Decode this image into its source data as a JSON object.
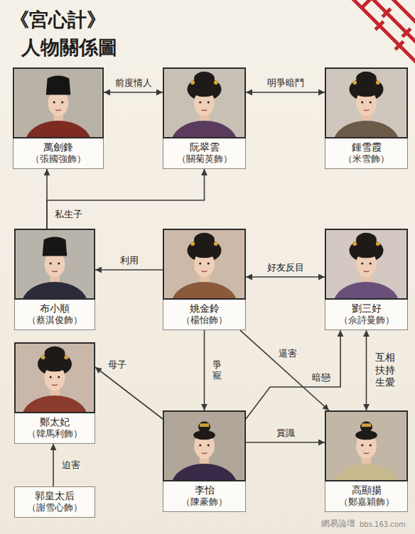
{
  "diagram": {
    "title": "《宮心計》 人物關係圖",
    "nodes": [
      {
        "text": [
          "萬劍鋒",
          "（張國強飾）"
        ]
      },
      {
        "text": [
          "阮翠雲",
          "（關菊英飾）"
        ]
      },
      {
        "text": [
          "鍾雪霞",
          "（米雪飾）"
        ]
      },
      {
        "text": [
          "布小順",
          "（蔡淇俊飾）"
        ]
      },
      {
        "text": [
          "姚金鈴",
          "（楊怡飾）"
        ]
      },
      {
        "text": [
          "劉三好",
          "（佘詩曼飾）"
        ]
      },
      {
        "text": [
          "鄭太妃",
          "（韓馬利飾）"
        ]
      },
      {
        "text": [
          "李怡",
          "（陳豪飾）"
        ]
      },
      {
        "text": [
          "高顯揚",
          "（鄭嘉穎飾）"
        ]
      },
      {
        "text": [
          "郭皇太后",
          "（謝雪心飾）"
        ]
      }
    ],
    "edges": [
      {
        "from": 0,
        "to": 1,
        "label": "前度情人",
        "arrow": "both"
      },
      {
        "from": 1,
        "to": 2,
        "label": "明爭暗鬥",
        "arrow": "both"
      },
      {
        "from": 3,
        "to": 0,
        "label": "私生子",
        "arrow": "to"
      },
      {
        "from": 3,
        "to": 1,
        "arrow": "to"
      },
      {
        "from": 4,
        "to": 3,
        "label": "利用",
        "arrow": "to"
      },
      {
        "from": 4,
        "to": 5,
        "label": "好友反目",
        "arrow": "both"
      },
      {
        "from": 4,
        "to": 7,
        "label": "爭寵",
        "arrow": "to"
      },
      {
        "from": 4,
        "to": 8,
        "label": "逼害",
        "arrow": "to"
      },
      {
        "from": 7,
        "to": 6,
        "label": "母子",
        "arrow": "to"
      },
      {
        "from": 7,
        "to": 5,
        "label": "暗戀",
        "arrow": "to"
      },
      {
        "from": 7,
        "to": 8,
        "label": "賞識",
        "arrow": "to"
      },
      {
        "from": 5,
        "to": 8,
        "label": "互相扶持生愛",
        "arrow": "both"
      },
      {
        "from": 9,
        "to": 6,
        "label": "迫害",
        "arrow": "to"
      }
    ],
    "labels": [
      "網易論壇",
      "bbs.163.com"
    ]
  }
}
